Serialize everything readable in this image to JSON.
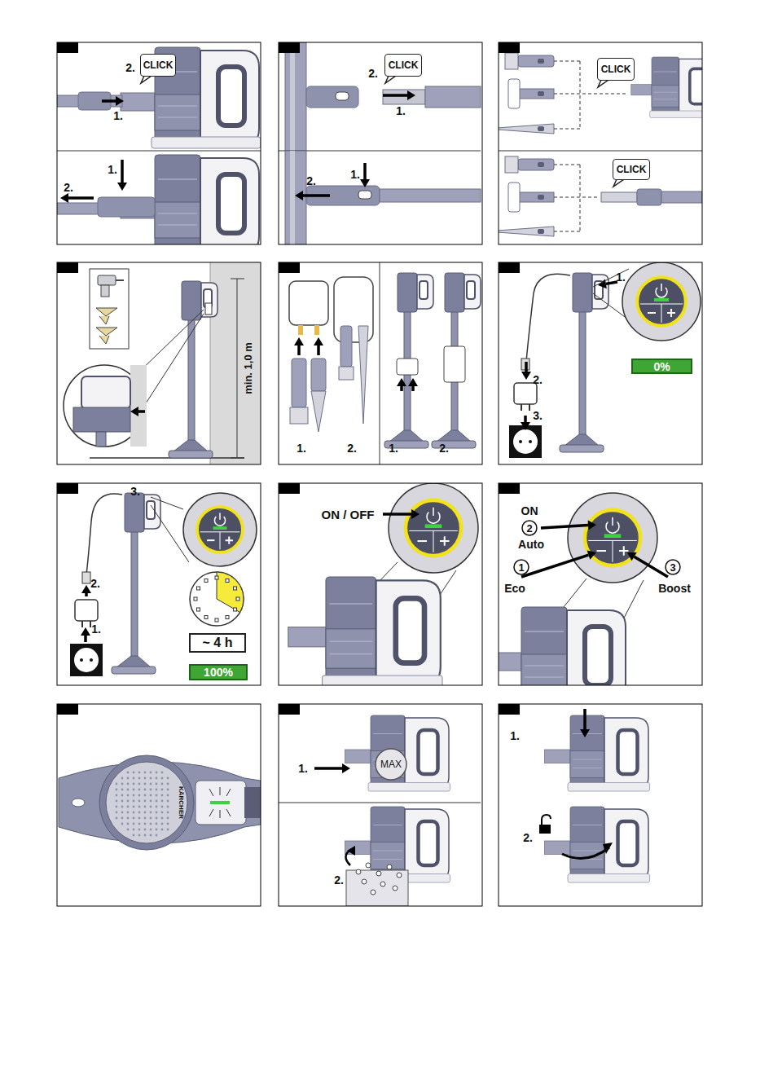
{
  "diagram": {
    "nodes": [
      {
        "text": [
          "CLICK"
        ]
      },
      {
        "text": [
          "CLICK"
        ]
      },
      {
        "text": [
          "CLICK"
        ]
      },
      {
        "text": [
          "CLICK"
        ]
      },
      {
        "text": [
          "0%"
        ]
      },
      {
        "text": [
          "~ 4 h"
        ]
      },
      {
        "text": [
          "100%"
        ]
      },
      {
        "text": [
          "2"
        ]
      },
      {
        "text": [
          "1"
        ]
      },
      {
        "text": [
          "3"
        ]
      },
      {
        "text": [
          "MAX"
        ]
      }
    ],
    "labels": [
      "2.",
      "1.",
      "1.",
      "2.",
      "2.",
      "1.",
      "1.",
      "2.",
      "min. 1,0 m",
      "1.",
      "2.",
      "1.",
      "2.",
      "1.",
      "2.",
      "3.",
      "3.",
      "2.",
      "1.",
      "ON / OFF",
      "ON",
      "Auto",
      "Eco",
      "Boost",
      "KÄRCHER",
      "1.",
      "2.",
      "1.",
      "2."
    ]
  }
}
